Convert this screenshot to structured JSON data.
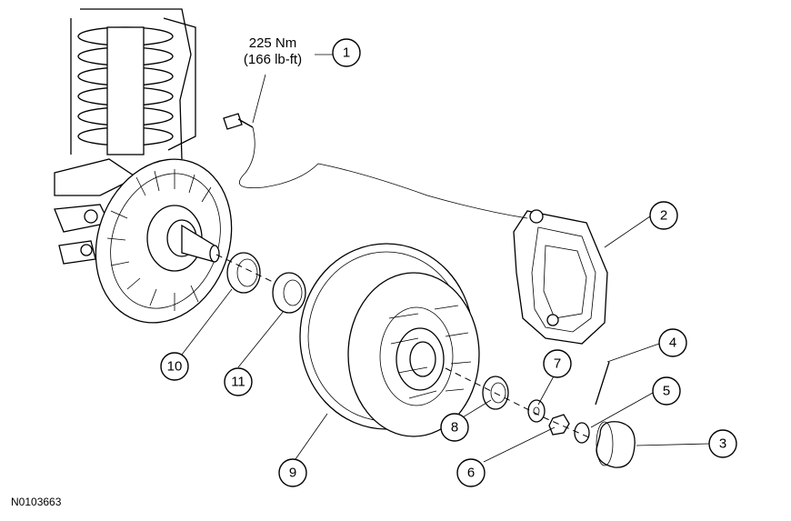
{
  "torque_spec": {
    "metric": "225 Nm",
    "imperial": "(166 lb-ft)"
  },
  "callouts": [
    {
      "id": "c1",
      "label": "1"
    },
    {
      "id": "c2",
      "label": "2"
    },
    {
      "id": "c3",
      "label": "3"
    },
    {
      "id": "c4",
      "label": "4"
    },
    {
      "id": "c5",
      "label": "5"
    },
    {
      "id": "c6",
      "label": "6"
    },
    {
      "id": "c7",
      "label": "7"
    },
    {
      "id": "c8",
      "label": "8"
    },
    {
      "id": "c9",
      "label": "9"
    },
    {
      "id": "c10",
      "label": "10"
    },
    {
      "id": "c11",
      "label": "11"
    }
  ],
  "figure_id": "N0103663"
}
